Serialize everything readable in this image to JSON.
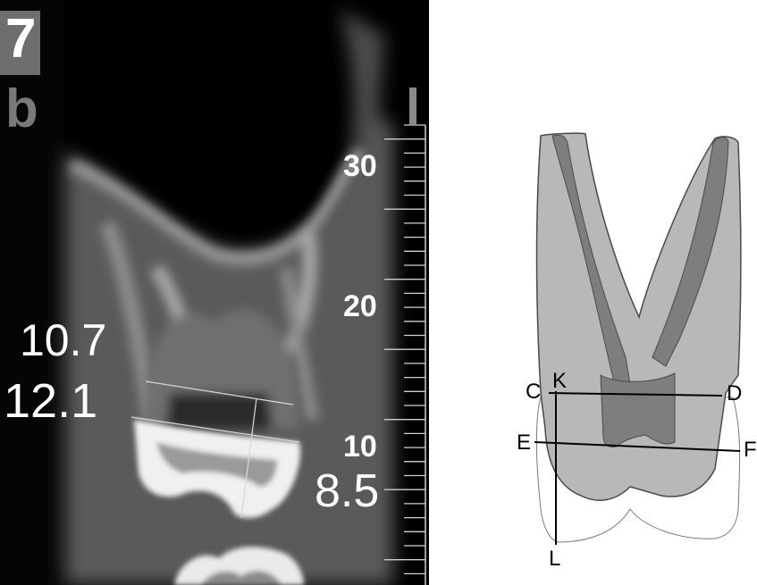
{
  "left_panel": {
    "figure_number": "7",
    "panel_letter": "b",
    "scale_marker": "I",
    "ruler_labels": [
      "30",
      "20",
      "10"
    ],
    "measurements": [
      "10.7",
      "12.1",
      "8.5"
    ],
    "colors": {
      "background": "#000000",
      "bone": "#8a8a8a",
      "enamel": "#f4f4f4",
      "badge": "#6e6e6e"
    }
  },
  "right_panel": {
    "point_labels": {
      "C": "C",
      "K": "K",
      "D": "D",
      "E": "E",
      "F": "F",
      "L": "L"
    },
    "colors": {
      "outline": "#4a4a4a",
      "dentin": "#b8b8b8",
      "pulp": "#7e7e7e",
      "crown": "#ffffff",
      "lines": "#000000"
    }
  }
}
